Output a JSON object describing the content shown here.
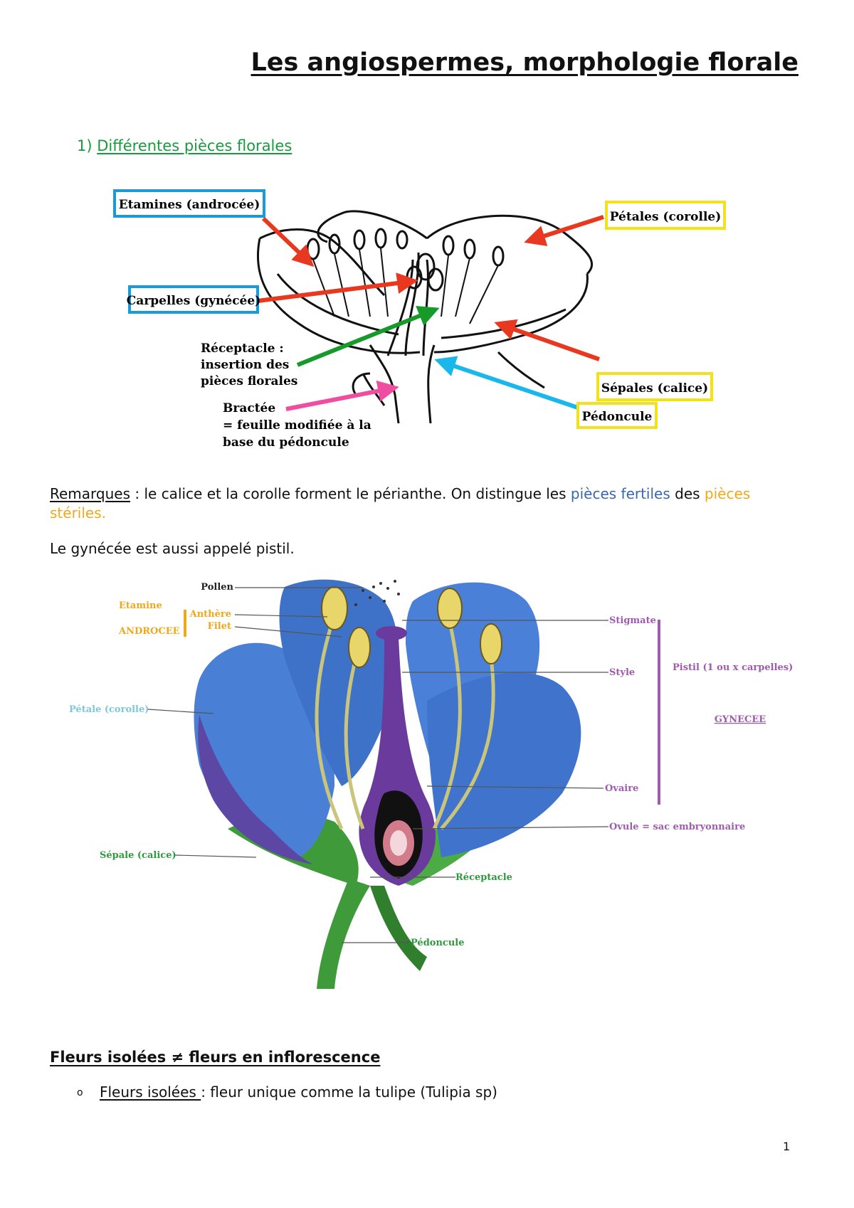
{
  "document": {
    "title": "Les angiospermes, morphologie florale",
    "section1": {
      "number": "1)",
      "title": "Différentes pièces florales"
    },
    "diagram1": {
      "labels": {
        "etamines": "Etamines (androcée)",
        "carpelles": "Carpelles (gynécée)",
        "receptacle": [
          "Réceptacle :",
          "insertion des",
          "pièces florales"
        ],
        "bractee": [
          "Bractée",
          "= feuille modifiée à la",
          "base du pédoncule"
        ],
        "petales": "Pétales (corolle)",
        "sepales": "Sépales (calice)",
        "pedoncule": "Pédoncule"
      },
      "colors": {
        "arrow_red": "#e8381f",
        "arrow_green": "#169a2a",
        "arrow_cyan": "#1ab8ea",
        "arrow_pink": "#ee4da0",
        "box_blue": "#1a9bd9",
        "box_yellow": "#f2e21a"
      }
    },
    "remarks": {
      "label": "Remarques",
      "text1": " : le calice et la corolle forment le périanthe. On distingue les ",
      "fertile": "pièces fertiles",
      "text2": " des ",
      "sterile": "pièces stériles.",
      "fertile_color": "#3a67a9",
      "sterile_color": "#f0a81b"
    },
    "gynecee_note": "Le gynécée est aussi appelé pistil.",
    "diagram2": {
      "labels": {
        "pollen": "Pollen",
        "etamine": "Etamine",
        "androcee": "ANDROCEE",
        "anthere": "Anthère",
        "filet": "Filet",
        "petale": "Pétale (corolle)",
        "sepale": "Sépale (calice)",
        "stigmate": "Stigmate",
        "style": "Style",
        "pistil": "Pistil (1 ou x carpelles)",
        "gynecee": "GYNECEE",
        "ovaire": "Ovaire",
        "ovule": "Ovule = sac embryonnaire",
        "receptacle": "Réceptacle",
        "pedoncule": "Pédoncule"
      },
      "colors": {
        "yellow": "#f0a81b",
        "purple": "#a05aae",
        "cyan": "#7fc8d8",
        "green": "#2e9a3e",
        "petal": "#4a7fd6",
        "sepal": "#3f9a3a"
      }
    },
    "subheading": "Fleurs isolées ≠ fleurs en inflorescence",
    "bullet": {
      "marker": "o",
      "label": "Fleurs isolées ",
      "text": ": fleur unique comme la tulipe (Tulipia sp)"
    },
    "page_number": "1"
  }
}
